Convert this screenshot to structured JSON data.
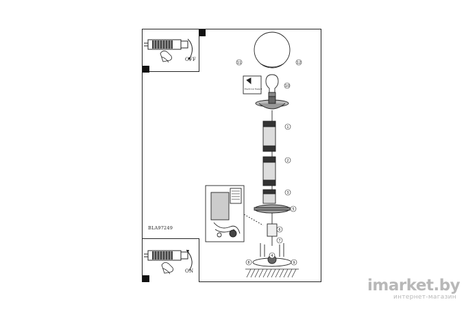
{
  "sheet": {
    "product_code": "BLA97249",
    "inset_top_state": "OFF",
    "inset_bottom_state": "ON"
  },
  "callouts": [
    "11",
    "12",
    "10",
    "1",
    "2",
    "3",
    "5",
    "6",
    "7",
    "8",
    "9",
    "4"
  ],
  "warning_label_text": "Electrical Hazard",
  "watermark": {
    "logo": "imarket.by",
    "subtitle": "интернет-магазин"
  }
}
